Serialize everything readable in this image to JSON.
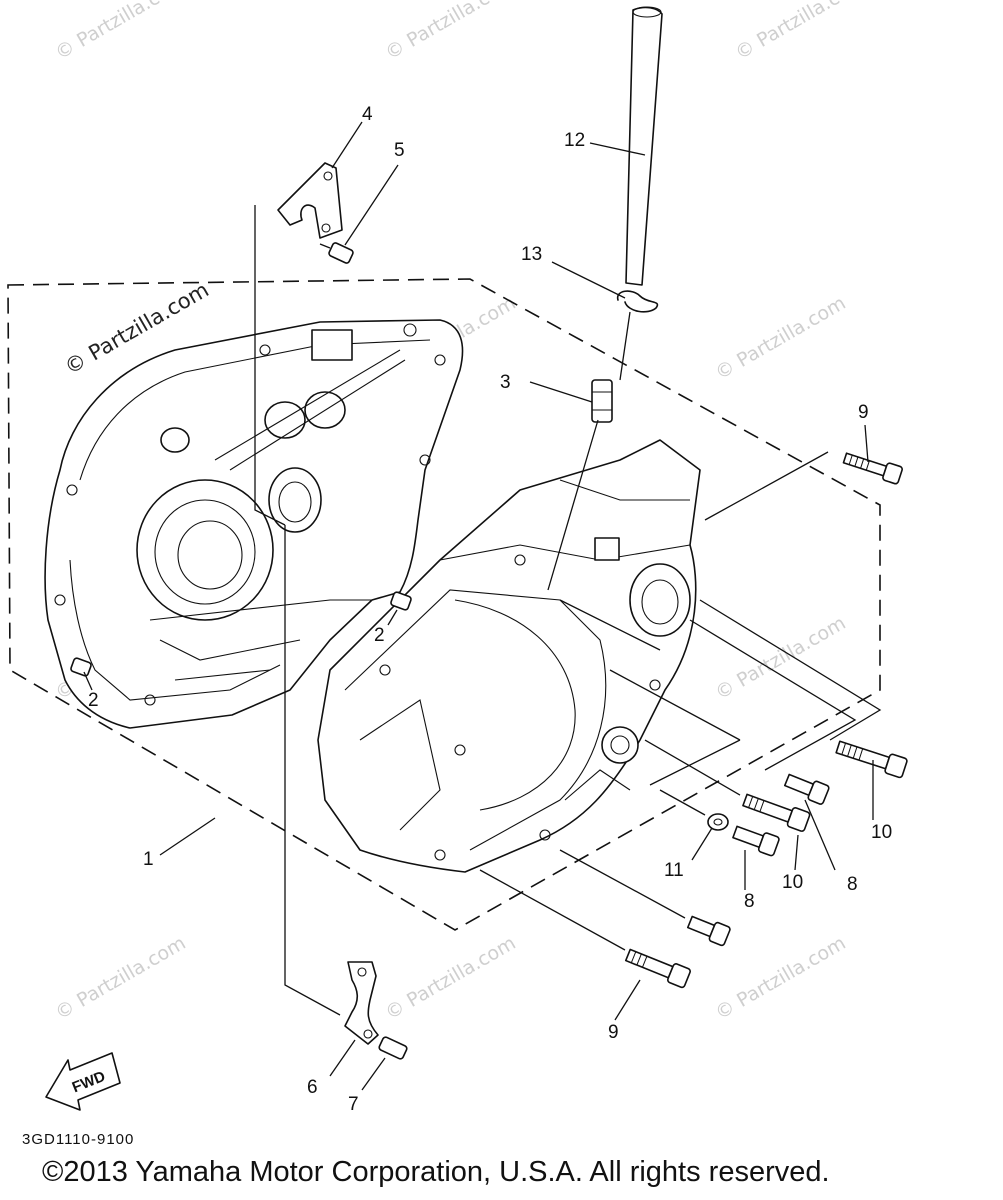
{
  "callouts": {
    "c1": "1",
    "c2a": "2",
    "c2b": "2",
    "c3": "3",
    "c4": "4",
    "c5": "5",
    "c6": "6",
    "c7": "7",
    "c8a": "8",
    "c8b": "8",
    "c9a": "9",
    "c9b": "9",
    "c10a": "10",
    "c10b": "10",
    "c11": "11",
    "c12": "12",
    "c13": "13"
  },
  "fwd_label": "FWD",
  "drawing_code": "3GD1110-9100",
  "copyright": "©2013  Yamaha Motor Corporation, U.S.A. All rights reserved.",
  "watermark": "© Partzilla.com"
}
